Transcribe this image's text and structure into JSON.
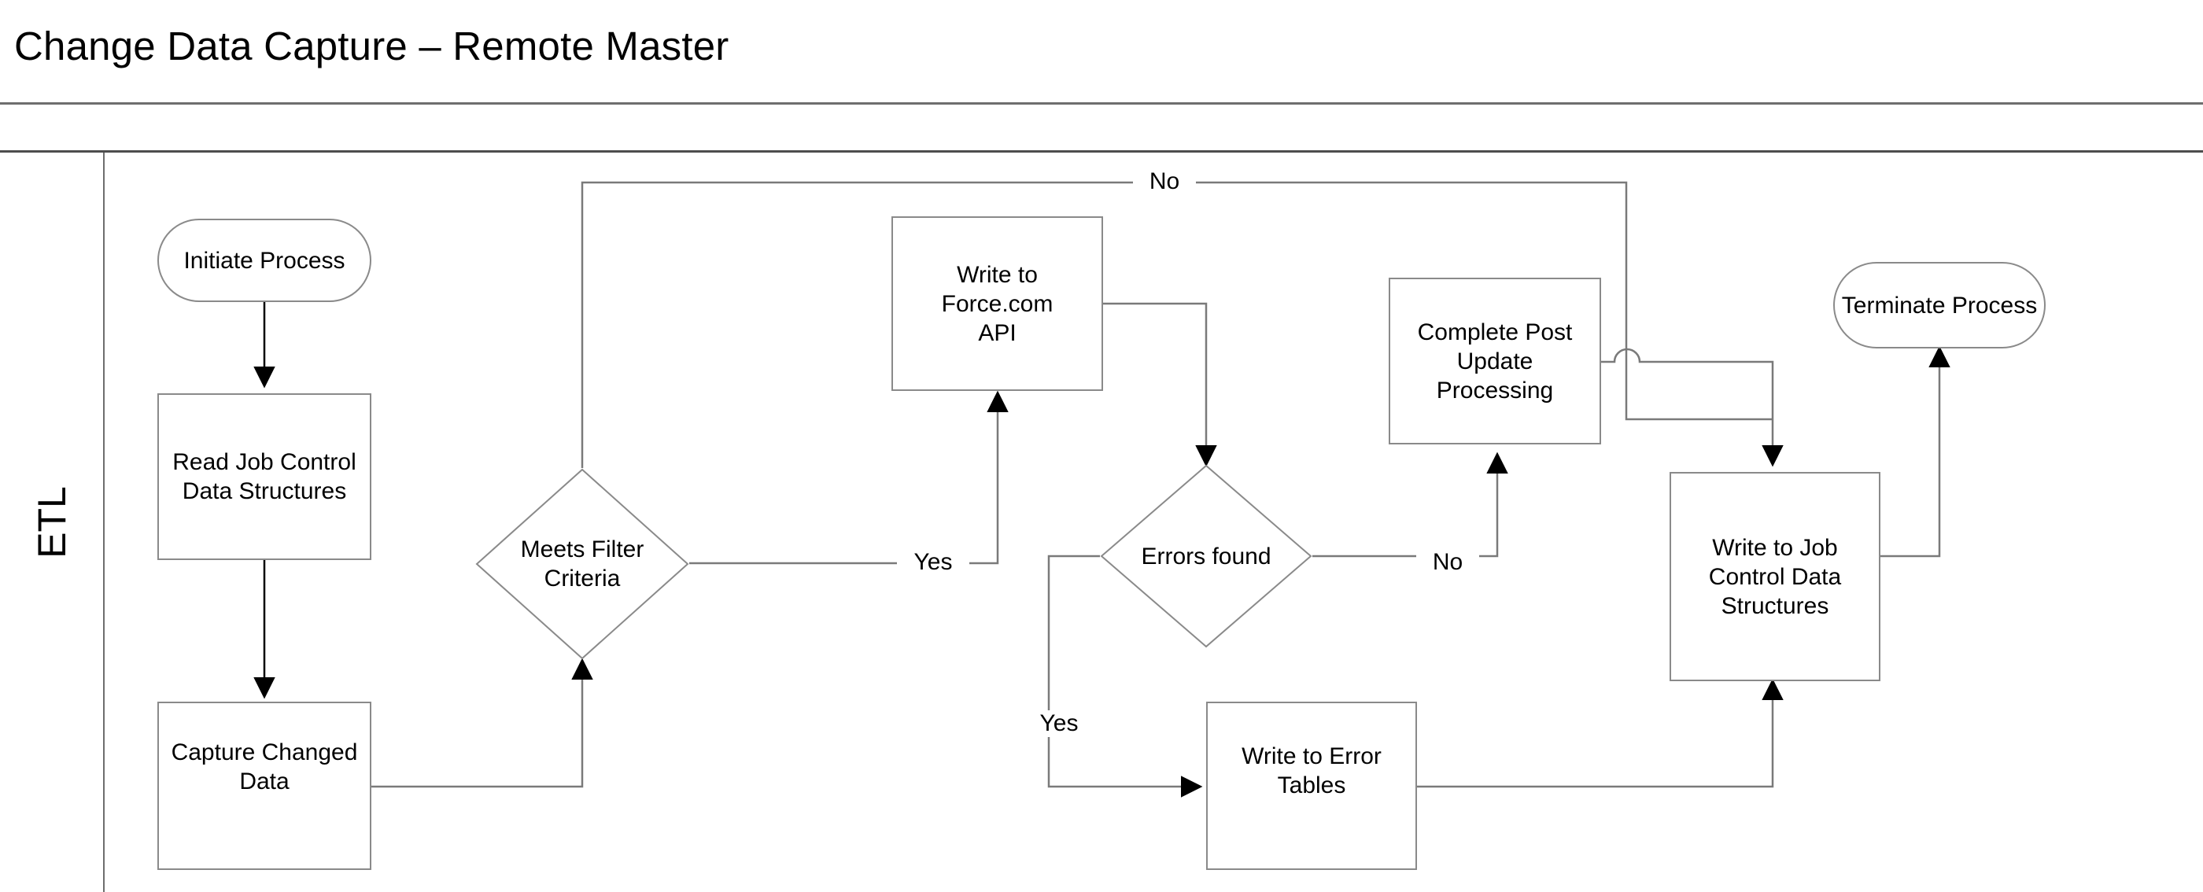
{
  "header": {
    "title": "Change Data Capture – Remote Master"
  },
  "swimlane": {
    "label": "ETL"
  },
  "chart_data": {
    "type": "diagram",
    "diagram_type": "flowchart",
    "title": "Change Data Capture – Remote Master",
    "lanes": [
      "ETL"
    ],
    "nodes": [
      {
        "id": "initiate",
        "label": "Initiate Process",
        "shape": "terminator"
      },
      {
        "id": "read-job",
        "label": "Read Job Control Data Structures",
        "shape": "process"
      },
      {
        "id": "capture",
        "label": "Capture Changed Data",
        "shape": "process"
      },
      {
        "id": "filter",
        "label": "Meets Filter Criteria",
        "shape": "decision"
      },
      {
        "id": "force-api",
        "label": "Write to Force.com API",
        "shape": "process"
      },
      {
        "id": "errors",
        "label": "Errors found",
        "shape": "decision"
      },
      {
        "id": "error-tables",
        "label": "Write to Error Tables",
        "shape": "process"
      },
      {
        "id": "post-update",
        "label": "Complete Post Update Processing",
        "shape": "process"
      },
      {
        "id": "write-job",
        "label": "Write to Job Control Data Structures",
        "shape": "process"
      },
      {
        "id": "terminate",
        "label": "Terminate Process",
        "shape": "terminator"
      }
    ],
    "edges": [
      {
        "from": "initiate",
        "to": "read-job",
        "label": ""
      },
      {
        "from": "read-job",
        "to": "capture",
        "label": ""
      },
      {
        "from": "capture",
        "to": "filter",
        "label": ""
      },
      {
        "from": "filter",
        "to": "force-api",
        "label": "Yes"
      },
      {
        "from": "filter",
        "to": "write-job",
        "label": "No"
      },
      {
        "from": "force-api",
        "to": "errors",
        "label": ""
      },
      {
        "from": "errors",
        "to": "error-tables",
        "label": "Yes"
      },
      {
        "from": "errors",
        "to": "post-update",
        "label": "No"
      },
      {
        "from": "post-update",
        "to": "write-job",
        "label": ""
      },
      {
        "from": "error-tables",
        "to": "write-job",
        "label": ""
      },
      {
        "from": "write-job",
        "to": "terminate",
        "label": ""
      }
    ]
  },
  "nodes": {
    "initiate": {
      "label": "Initiate Process"
    },
    "read_job": {
      "label": "Read Job Control\nData Structures",
      "line1": "Read Job Control",
      "line2": "Data Structures"
    },
    "capture": {
      "label": "Capture Changed Data",
      "line1": "Capture Changed",
      "line2": "Data"
    },
    "filter": {
      "label": "Meets Filter Criteria",
      "line1": "Meets Filter",
      "line2": "Criteria"
    },
    "force_api": {
      "label": "Write to Force.com API",
      "line1": "Write to Force.com",
      "line2": "API"
    },
    "errors": {
      "label": "Errors found"
    },
    "error_tables": {
      "label": "Write to Error Tables",
      "line1": "Write to Error",
      "line2": "Tables"
    },
    "post_update": {
      "label": "Complete Post Update Processing",
      "line1": "Complete Post",
      "line2": "Update Processing"
    },
    "write_job": {
      "label": "Write to Job Control Data Structures",
      "line1": "Write to Job",
      "line2": "Control Data",
      "line3": "Structures"
    },
    "terminate": {
      "label": "Terminate Process"
    }
  },
  "edge_labels": {
    "filter_no": "No",
    "filter_yes": "Yes",
    "errors_yes": "Yes",
    "errors_no": "No"
  },
  "colors": {
    "shape_stroke": "#8a8a8a",
    "connector_stroke": "#7a7a7a",
    "arrowhead": "#000000",
    "text": "#000000",
    "frame": "#6e6e6e",
    "background": "#ffffff"
  }
}
